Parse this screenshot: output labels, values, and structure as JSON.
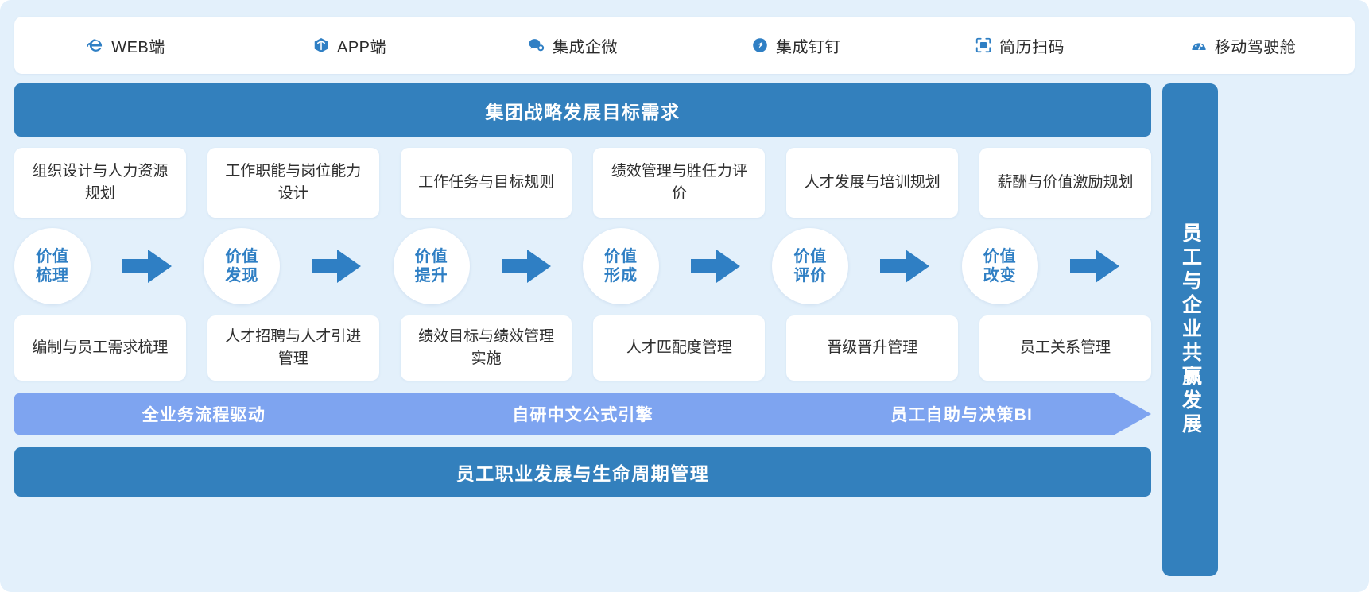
{
  "topbar": {
    "channels": [
      {
        "icon": "internet-explorer-icon",
        "label": "WEB端"
      },
      {
        "icon": "app-cube-icon",
        "label": "APP端"
      },
      {
        "icon": "wechat-work-icon",
        "label": "集成企微"
      },
      {
        "icon": "dingtalk-icon",
        "label": "集成钉钉"
      },
      {
        "icon": "resume-scan-icon",
        "label": "简历扫码"
      },
      {
        "icon": "mobile-cockpit-icon",
        "label": "移动驾驶舱"
      }
    ]
  },
  "header": {
    "title": "集团战略发展目标需求"
  },
  "row_top": {
    "cards": [
      "组织设计与人力资源规划",
      "工作职能与岗位能力设计",
      "工作任务与目标规则",
      "绩效管理与胜任力评价",
      "人才发展与培训规划",
      "薪酬与价值激励规划"
    ]
  },
  "chain": {
    "nodes": [
      {
        "line1": "价值",
        "line2": "梳理"
      },
      {
        "line1": "价值",
        "line2": "发现"
      },
      {
        "line1": "价值",
        "line2": "提升"
      },
      {
        "line1": "价值",
        "line2": "形成"
      },
      {
        "line1": "价值",
        "line2": "评价"
      },
      {
        "line1": "价值",
        "line2": "改变"
      }
    ],
    "arrow_icon": "right-arrow-icon",
    "arrow_count": 6
  },
  "row_bottom": {
    "cards": [
      "编制与员工需求梳理",
      "人才招聘与人才引进管理",
      "绩效目标与绩效管理实施",
      "人才匹配度管理",
      "晋级晋升管理",
      "员工关系管理"
    ]
  },
  "engine": {
    "segments": [
      "全业务流程驱动",
      "自研中文公式引擎",
      "员工自助与决策BI"
    ]
  },
  "footer": {
    "title": "员工职业发展与生命周期管理"
  },
  "sidebar": {
    "title": "员工与企业共赢发展"
  },
  "colors": {
    "page_bg": "#e3f0fb",
    "bar_blue": "#3380bd",
    "engine_blue": "#7ea4f0",
    "node_text": "#2f7fc4",
    "arrow_blue": "#2f7fc4",
    "card_text": "#2f2f2f"
  }
}
